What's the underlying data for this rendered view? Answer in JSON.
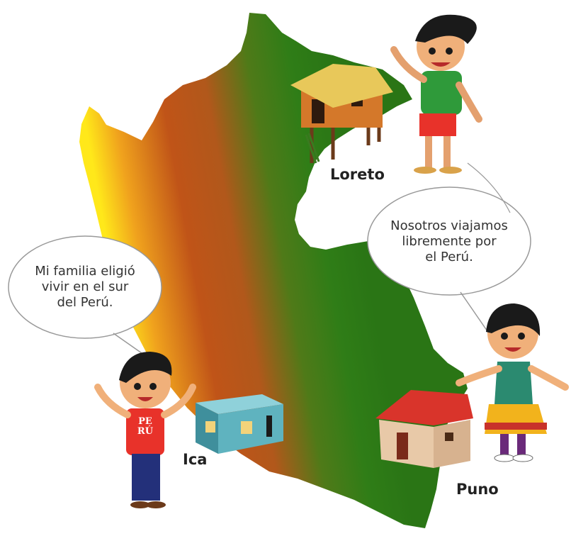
{
  "bubbles": {
    "left": {
      "line1": "Mi familia eligió",
      "line2": "vivir en el sur",
      "line3": "del Perú."
    },
    "right": {
      "line1": "Nosotros viajamos",
      "line2": "libremente por",
      "line3": "el Perú."
    }
  },
  "places": {
    "loreto": "Loreto",
    "ica": "Ica",
    "puno": "Puno"
  },
  "shirt_text": {
    "line1": "PE",
    "line2": "RÚ"
  },
  "colors": {
    "selva": "#2e7d16",
    "sierra": "#b8561a",
    "costa": "#f2d21a",
    "roof_puno": "#d9342b",
    "house_ica": "#5fb3bf"
  }
}
